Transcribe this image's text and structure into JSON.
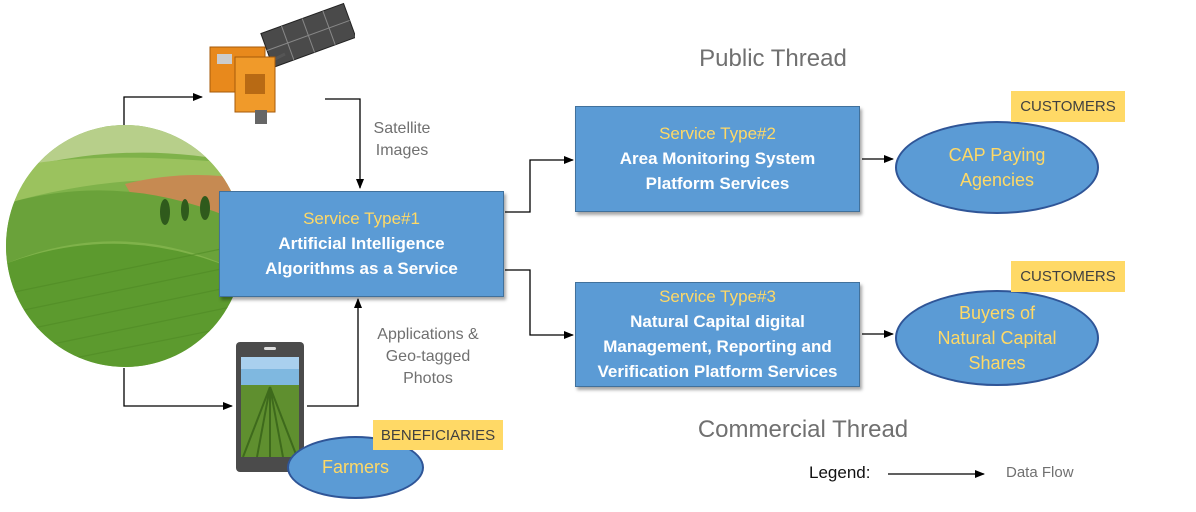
{
  "threads": {
    "public": "Public Thread",
    "commercial": "Commercial Thread"
  },
  "service1": {
    "type": "Service Type#1",
    "line1": "Artificial Intelligence",
    "line2": "Algorithms as a Service"
  },
  "service2": {
    "type": "Service Type#2",
    "line1": "Area Monitoring System",
    "line2": "Platform Services"
  },
  "service3": {
    "type": "Service Type#3",
    "line1": "Natural Capital digital",
    "line2": "Management, Reporting and",
    "line3": "Verification Platform Services"
  },
  "customers1": {
    "tag": "CUSTOMERS",
    "line1": "CAP Paying",
    "line2": "Agencies"
  },
  "customers2": {
    "tag": "CUSTOMERS",
    "line1": "Buyers of",
    "line2": "Natural Capital",
    "line3": "Shares"
  },
  "beneficiaries": {
    "tag": "BENEFICIARIES",
    "label": "Farmers"
  },
  "satellite_label": {
    "line1": "Satellite",
    "line2": "Images"
  },
  "apps_label": {
    "line1": "Applications &",
    "line2": "Geo-tagged",
    "line3": "Photos"
  },
  "legend": {
    "title": "Legend:",
    "data_flow": "Data Flow"
  },
  "icons": {
    "satellite": "satellite-icon",
    "field": "field-photo",
    "phone": "smartphone-icon"
  },
  "colors": {
    "box_fill": "#5b9bd5",
    "box_border": "#41719c",
    "highlight": "#ffd966",
    "thread_text": "#707070"
  }
}
